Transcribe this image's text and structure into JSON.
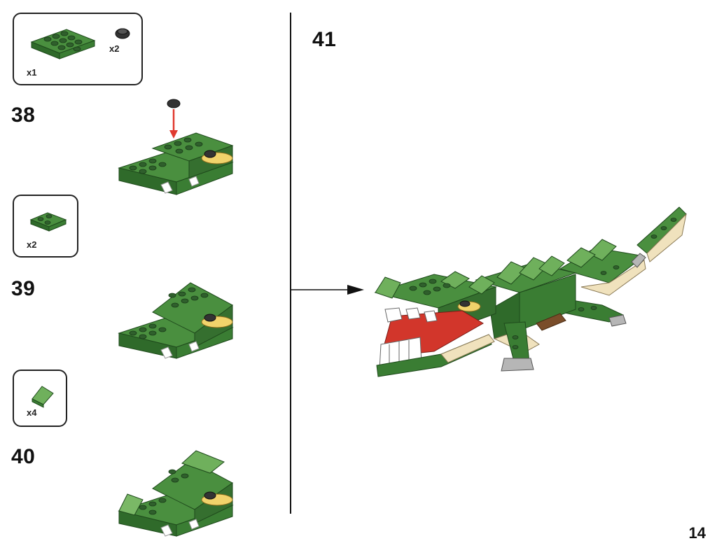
{
  "parts": [
    {
      "qty_a": "x1",
      "qty_b": "x2"
    },
    {
      "qty": "x2"
    },
    {
      "qty": "x4"
    }
  ],
  "steps": [
    "38",
    "39",
    "40",
    "41"
  ],
  "page_number": "14",
  "colors": {
    "green": "#3a7d33",
    "green_dark": "#245a22",
    "green_light": "#5fa04f",
    "stud": "#2f5f2c",
    "tan": "#f0e2bd",
    "yellow": "#f1d36b",
    "red": "#d2362b",
    "black": "#222222",
    "gray": "#b6b6b6",
    "arrow": "#e03a2f"
  }
}
